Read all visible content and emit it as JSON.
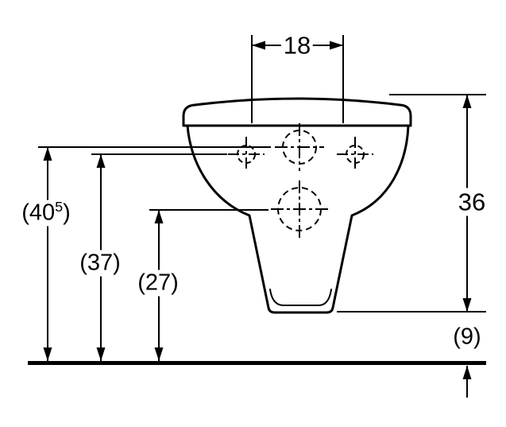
{
  "drawing": {
    "background": "#ffffff",
    "line_color": "#000000"
  },
  "dimensions": {
    "hole_spacing": "18",
    "height_405": {
      "prefix": "(40",
      "sup": "5",
      "suffix": ")"
    },
    "height_37": "(37)",
    "height_27": "(27)",
    "height_36": "36",
    "floor_clearance_9": "(9)"
  }
}
